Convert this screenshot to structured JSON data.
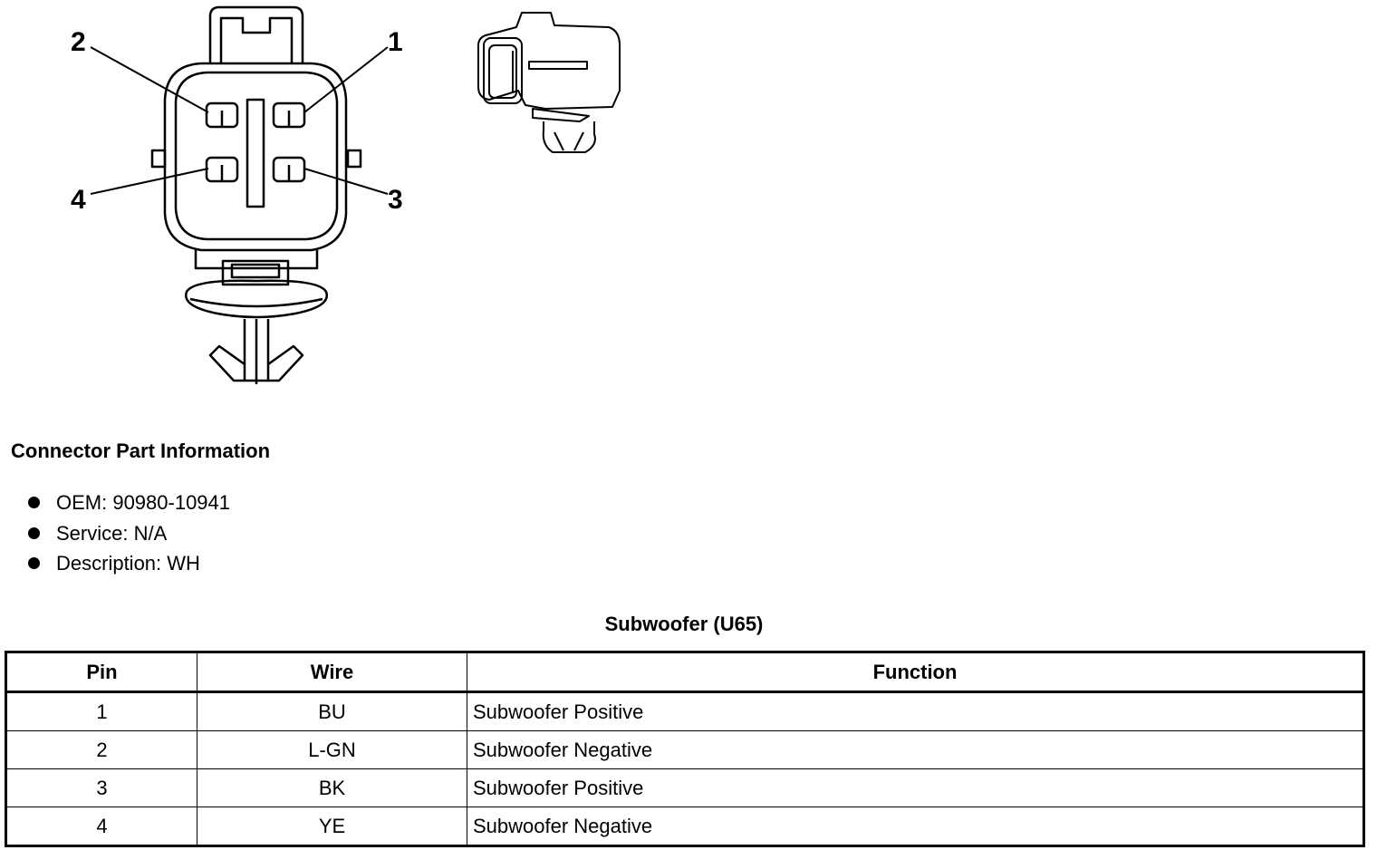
{
  "diagram": {
    "pin_callouts": [
      "1",
      "2",
      "3",
      "4"
    ]
  },
  "connector_info": {
    "title": "Connector Part Information",
    "items": [
      "OEM: 90980-10941",
      "Service: N/A",
      "Description: WH"
    ]
  },
  "table": {
    "title": "Subwoofer (U65)",
    "headers": [
      "Pin",
      "Wire",
      "Function"
    ],
    "rows": [
      [
        "1",
        "BU",
        "Subwoofer Positive"
      ],
      [
        "2",
        "L-GN",
        "Subwoofer Negative"
      ],
      [
        "3",
        "BK",
        "Subwoofer Positive"
      ],
      [
        "4",
        "YE",
        "Subwoofer Negative"
      ]
    ]
  }
}
